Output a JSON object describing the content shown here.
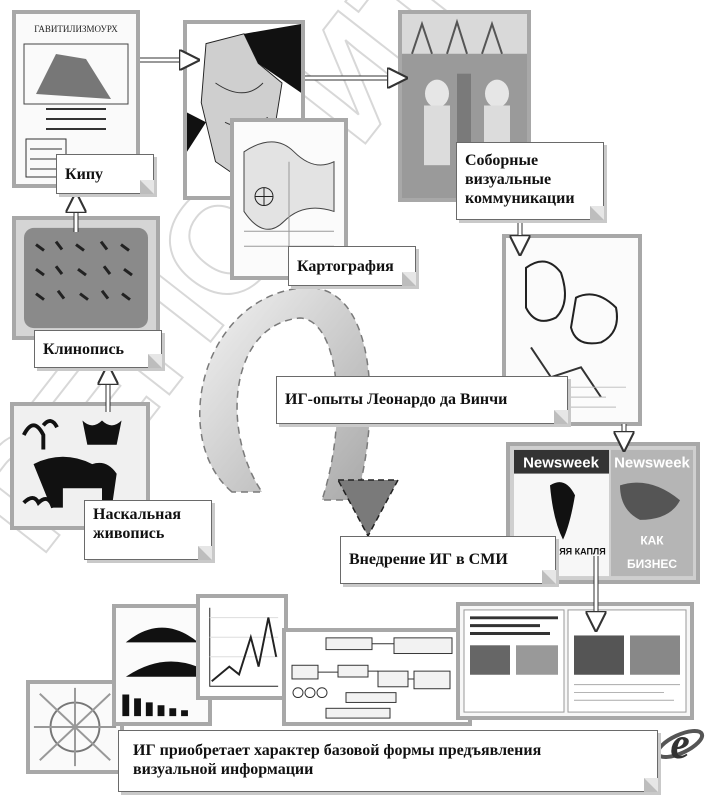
{
  "labels": {
    "kipu": "Кипу",
    "cuneiform": "Клинопись",
    "rock_painting_line1": "Наскальная",
    "rock_painting_line2": "живопись",
    "cartography": "Картография",
    "cathedral_line1": "Соборные",
    "cathedral_line2": "визуальные",
    "cathedral_line3": "коммуникации",
    "leonardo": "ИГ-опыты Леонардо да Винчи",
    "media": "Внедрение ИГ в СМИ",
    "final_line1": "ИГ приобретает характер базовой формы предъявления",
    "final_line2": "визуальной информации"
  },
  "image_text": {
    "newsweek_1": "Newsweek",
    "newsweek_2": "Newsweek",
    "cover_headline_1": "ПОСЛЕДНЯЯ КАПЛЯ",
    "cover_headline_2": "КАК",
    "cover_headline_3": "БИЗНЕС",
    "kipu_title": "ГАВИТИЛИЗМОУРХ"
  },
  "watermark": "РЕПОЗИТОРИЙ",
  "colors": {
    "frame": "#a8a8a8",
    "label_border": "#6a6a6a",
    "arrow": "#333333",
    "watermark": "#d8d8d8"
  }
}
